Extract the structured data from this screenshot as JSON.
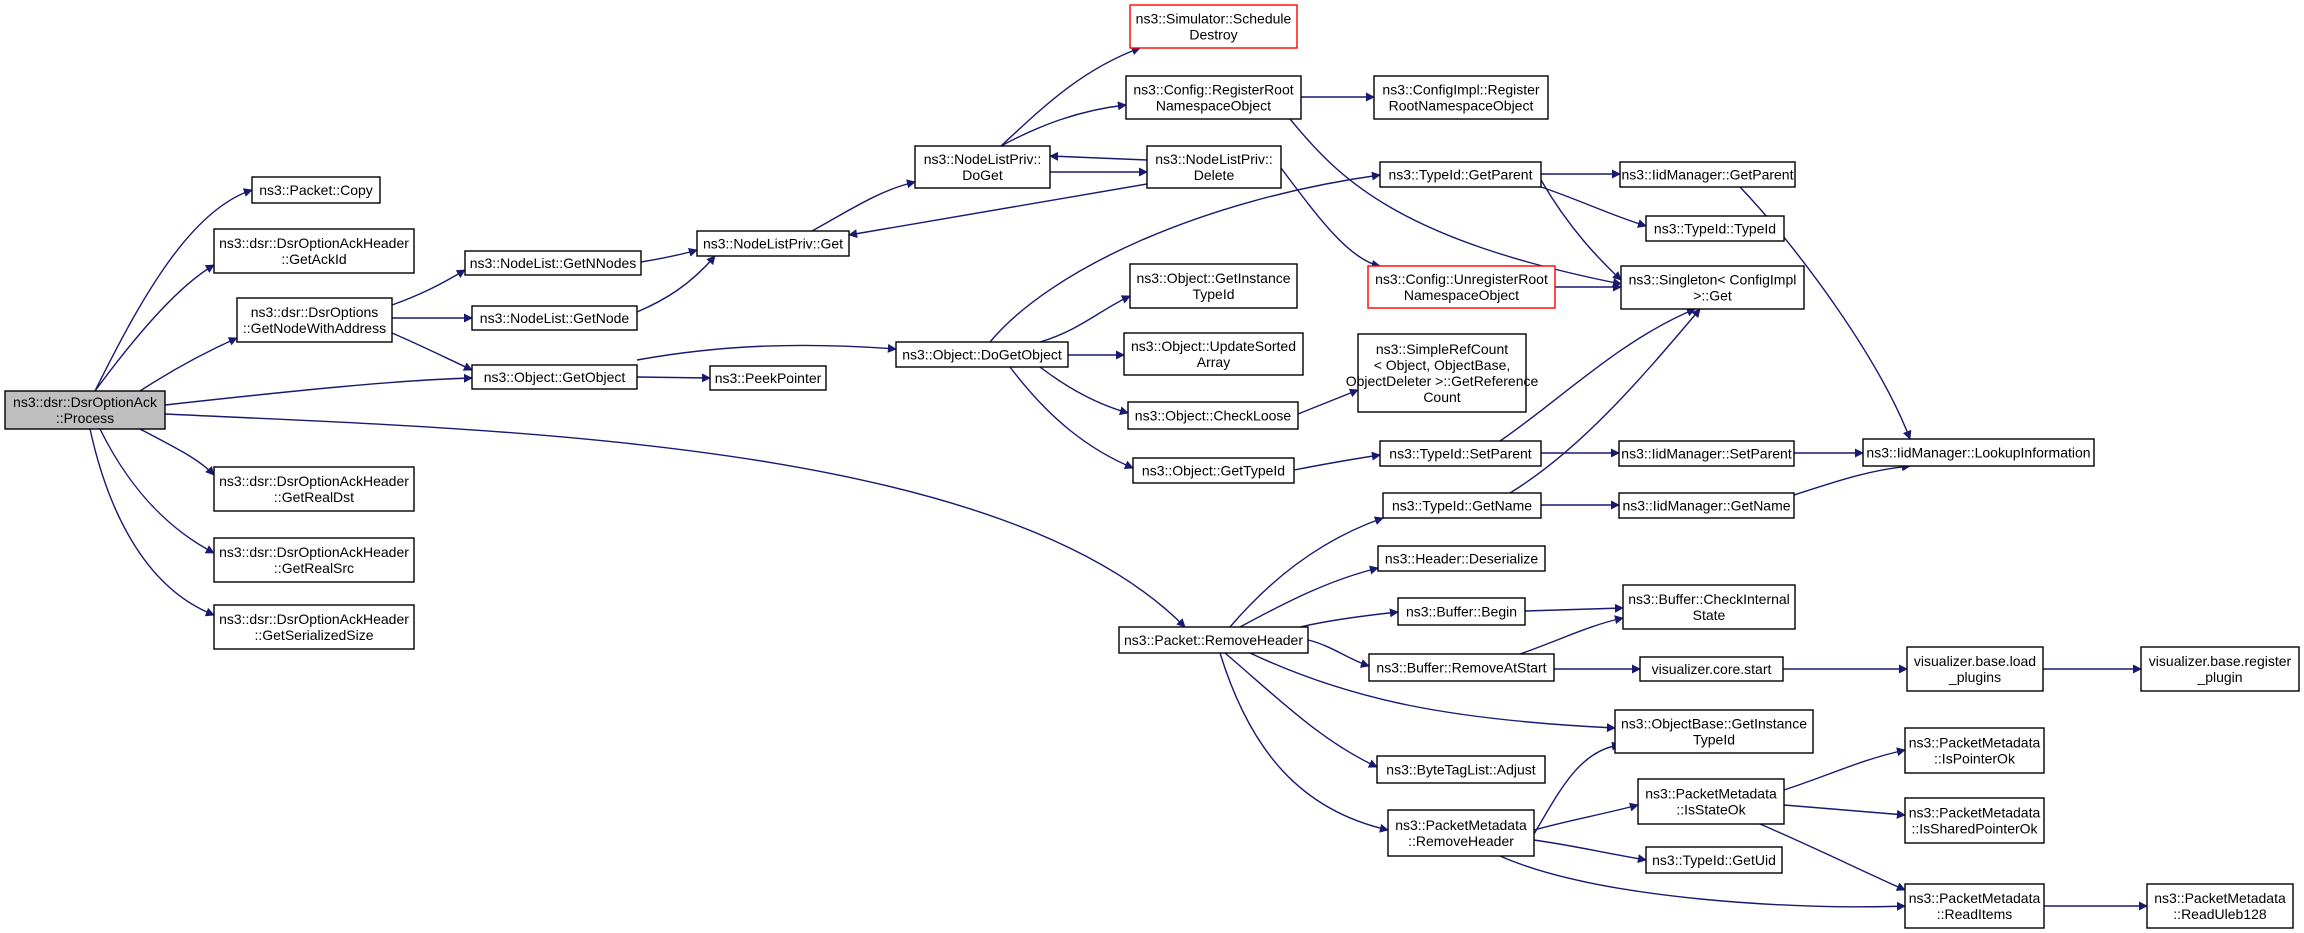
{
  "diagram": {
    "title": "",
    "colors": {
      "edge": "#191970",
      "root_fill": "#bfbfbf",
      "highlight_border": "#ff0000",
      "node_border": "#000000"
    },
    "nodes": {
      "process": {
        "lines": [
          "ns3::dsr::DsrOptionAck",
          "::Process"
        ]
      },
      "packet_copy": {
        "lines": [
          "ns3::Packet::Copy"
        ]
      },
      "get_ack_id": {
        "lines": [
          "ns3::dsr::DsrOptionAckHeader",
          "::GetAckId"
        ]
      },
      "get_node_with_address": {
        "lines": [
          "ns3::dsr::DsrOptions",
          "::GetNodeWithAddress"
        ]
      },
      "get_real_dst": {
        "lines": [
          "ns3::dsr::DsrOptionAckHeader",
          "::GetRealDst"
        ]
      },
      "get_real_src": {
        "lines": [
          "ns3::dsr::DsrOptionAckHeader",
          "::GetRealSrc"
        ]
      },
      "get_serialized_size": {
        "lines": [
          "ns3::dsr::DsrOptionAckHeader",
          "::GetSerializedSize"
        ]
      },
      "nodelist_get_n_nodes": {
        "lines": [
          "ns3::NodeList::GetNNodes"
        ]
      },
      "nodelist_get_node": {
        "lines": [
          "ns3::NodeList::GetNode"
        ]
      },
      "object_get_object": {
        "lines": [
          "ns3::Object::GetObject"
        ]
      },
      "peek_pointer": {
        "lines": [
          "ns3::PeekPointer"
        ]
      },
      "nodelistpriv_get": {
        "lines": [
          "ns3::NodeListPriv::Get"
        ]
      },
      "nodelistpriv_doget": {
        "lines": [
          "ns3::NodeListPriv::",
          "DoGet"
        ]
      },
      "nodelistpriv_delete": {
        "lines": [
          "ns3::NodeListPriv::",
          "Delete"
        ]
      },
      "schedule_destroy": {
        "lines": [
          "ns3::Simulator::Schedule",
          "Destroy"
        ]
      },
      "config_register_root": {
        "lines": [
          "ns3::Config::RegisterRoot",
          "NamespaceObject"
        ]
      },
      "configimpl_register_root": {
        "lines": [
          "ns3::ConfigImpl::Register",
          "RootNamespaceObject"
        ]
      },
      "config_unregister_root": {
        "lines": [
          "ns3::Config::UnregisterRoot",
          "NamespaceObject"
        ]
      },
      "singleton_get": {
        "lines": [
          "ns3::Singleton< ConfigImpl",
          " >::Get"
        ]
      },
      "object_do_get_object": {
        "lines": [
          "ns3::Object::DoGetObject"
        ]
      },
      "object_get_instance_typeid": {
        "lines": [
          "ns3::Object::GetInstance",
          "TypeId"
        ]
      },
      "object_update_sorted_array": {
        "lines": [
          "ns3::Object::UpdateSorted",
          "Array"
        ]
      },
      "object_check_loose": {
        "lines": [
          "ns3::Object::CheckLoose"
        ]
      },
      "object_get_typeid": {
        "lines": [
          "ns3::Object::GetTypeId"
        ]
      },
      "simple_ref_count": {
        "lines": [
          "ns3::SimpleRefCount",
          "< Object, ObjectBase,",
          " ObjectDeleter >::GetReference",
          "Count"
        ]
      },
      "typeid_get_parent": {
        "lines": [
          "ns3::TypeId::GetParent"
        ]
      },
      "iidmanager_get_parent": {
        "lines": [
          "ns3::IidManager::GetParent"
        ]
      },
      "typeid_typeid": {
        "lines": [
          "ns3::TypeId::TypeId"
        ]
      },
      "typeid_set_parent": {
        "lines": [
          "ns3::TypeId::SetParent"
        ]
      },
      "iidmanager_set_parent": {
        "lines": [
          "ns3::IidManager::SetParent"
        ]
      },
      "iidmanager_lookup_information": {
        "lines": [
          "ns3::IidManager::LookupInformation"
        ]
      },
      "typeid_get_name": {
        "lines": [
          "ns3::TypeId::GetName"
        ]
      },
      "iidmanager_get_name": {
        "lines": [
          "ns3::IidManager::GetName"
        ]
      },
      "packet_remove_header": {
        "lines": [
          "ns3::Packet::RemoveHeader"
        ]
      },
      "header_deserialize": {
        "lines": [
          "ns3::Header::Deserialize"
        ]
      },
      "buffer_begin": {
        "lines": [
          "ns3::Buffer::Begin"
        ]
      },
      "buffer_check_internal_state": {
        "lines": [
          "ns3::Buffer::CheckInternal",
          "State"
        ]
      },
      "buffer_remove_at_start": {
        "lines": [
          "ns3::Buffer::RemoveAtStart"
        ]
      },
      "visualizer_core_start": {
        "lines": [
          "visualizer.core.start"
        ]
      },
      "visualizer_base_load_plugins": {
        "lines": [
          "visualizer.base.load",
          "_plugins"
        ]
      },
      "visualizer_base_register_plugin": {
        "lines": [
          "visualizer.base.register",
          "_plugin"
        ]
      },
      "objectbase_get_instance_typeid": {
        "lines": [
          "ns3::ObjectBase::GetInstance",
          "TypeId"
        ]
      },
      "bytetaglist_adjust": {
        "lines": [
          "ns3::ByteTagList::Adjust"
        ]
      },
      "packetmetadata_remove_header": {
        "lines": [
          "ns3::PacketMetadata",
          "::RemoveHeader"
        ]
      },
      "packetmetadata_is_state_ok": {
        "lines": [
          "ns3::PacketMetadata",
          "::IsStateOk"
        ]
      },
      "typeid_get_uid": {
        "lines": [
          "ns3::TypeId::GetUid"
        ]
      },
      "packetmetadata_is_pointer_ok": {
        "lines": [
          "ns3::PacketMetadata",
          "::IsPointerOk"
        ]
      },
      "packetmetadata_is_shared_pointer_ok": {
        "lines": [
          "ns3::PacketMetadata",
          "::IsSharedPointerOk"
        ]
      },
      "packetmetadata_read_items": {
        "lines": [
          "ns3::PacketMetadata",
          "::ReadItems"
        ]
      },
      "packetmetadata_read_uleb128": {
        "lines": [
          "ns3::PacketMetadata",
          "::ReadUleb128"
        ]
      }
    }
  }
}
